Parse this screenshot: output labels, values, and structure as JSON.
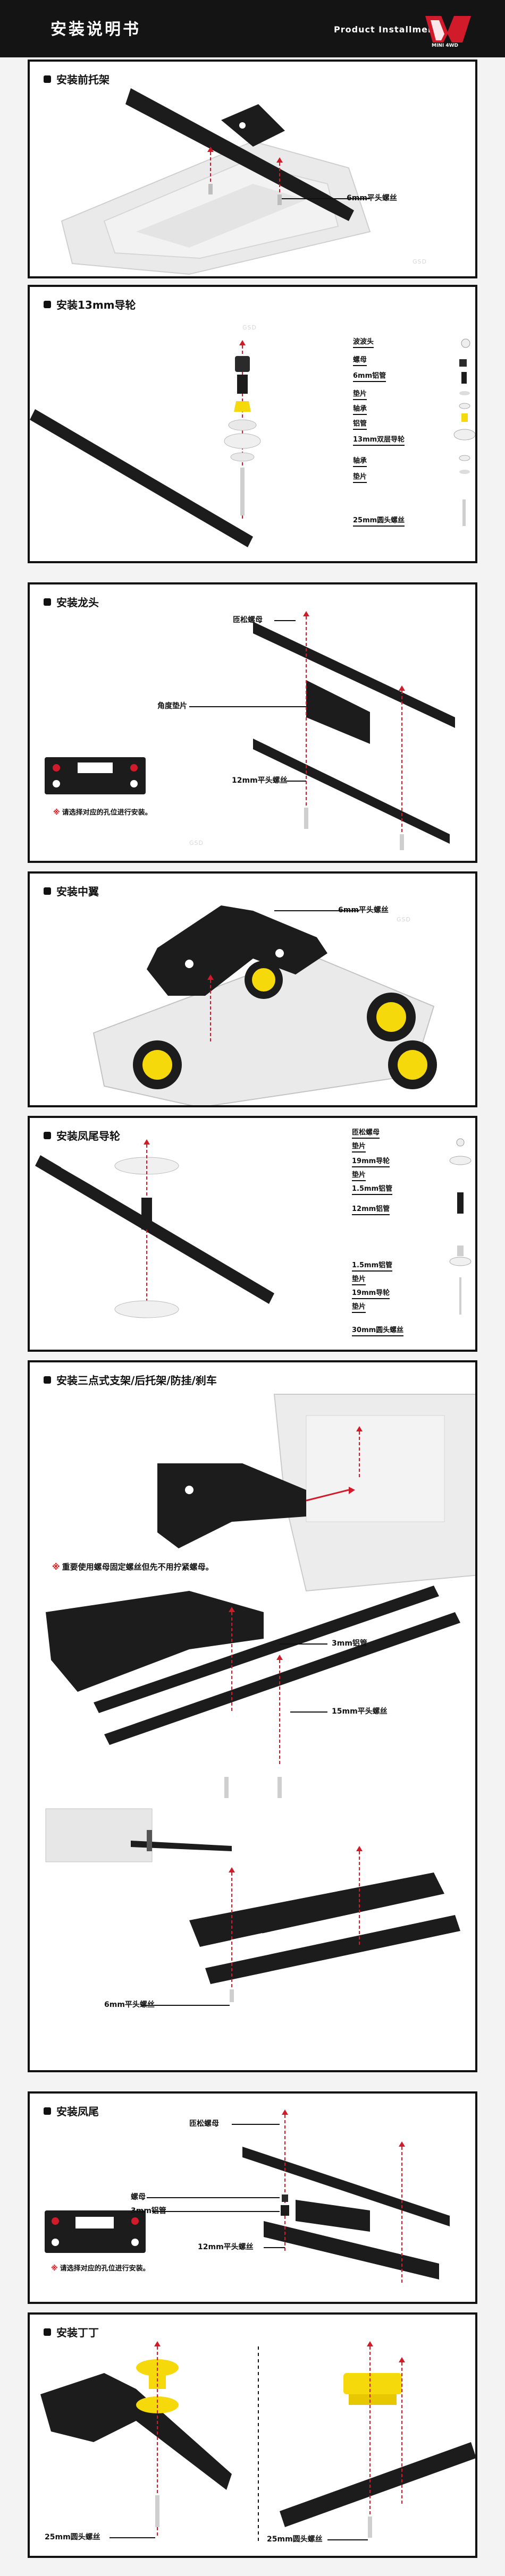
{
  "header": {
    "title": "安装说明书",
    "subtitle": "Product Installment",
    "logo_text": "MINI 4WD"
  },
  "sections": [
    {
      "title": "安装前托架",
      "callouts": [
        "6mm平头螺丝"
      ]
    },
    {
      "title": "安装13mm导轮",
      "legend": [
        "波波头",
        "螺母",
        "6mm铝管",
        "垫片",
        "轴承",
        "铝管",
        "13mm双层导轮",
        "轴承",
        "垫片",
        "25mm圆头螺丝"
      ]
    },
    {
      "title": "安装龙头",
      "callouts": [
        "匝松螺母",
        "角度垫片",
        "12mm平头螺丝"
      ],
      "note": "请选择对应的孔位进行安装。"
    },
    {
      "title": "安装中翼",
      "callouts": [
        "6mm平头螺丝"
      ]
    },
    {
      "title": "安装凤尾导轮",
      "legend_top": [
        "匝松螺母",
        "垫片",
        "19mm导轮",
        "垫片",
        "1.5mm铝管",
        "12mm铝管"
      ],
      "legend_bottom": [
        "1.5mm铝管",
        "垫片",
        "19mm导轮",
        "垫片",
        "30mm圆头螺丝"
      ]
    },
    {
      "title": "安装三点式支架/后托架/防挂/刹车",
      "note": "重要使用螺母固定螺丝但先不用拧紧螺母。",
      "callouts": [
        "3mm铝管",
        "15mm平头螺丝",
        "6mm平头螺丝"
      ]
    },
    {
      "title": "安装凤尾",
      "callouts": [
        "匝松螺母",
        "螺母",
        "3mm铝管",
        "12mm平头螺丝"
      ],
      "note": "请选择对应的孔位进行安装。"
    },
    {
      "title": "安装丁丁",
      "callouts": [
        "25mm圆头螺丝",
        "25mm圆头螺丝"
      ]
    }
  ],
  "colors": {
    "accent_red": "#d11a2a",
    "carbon": "#1c1c1c",
    "yellow": "#f5d90a"
  }
}
